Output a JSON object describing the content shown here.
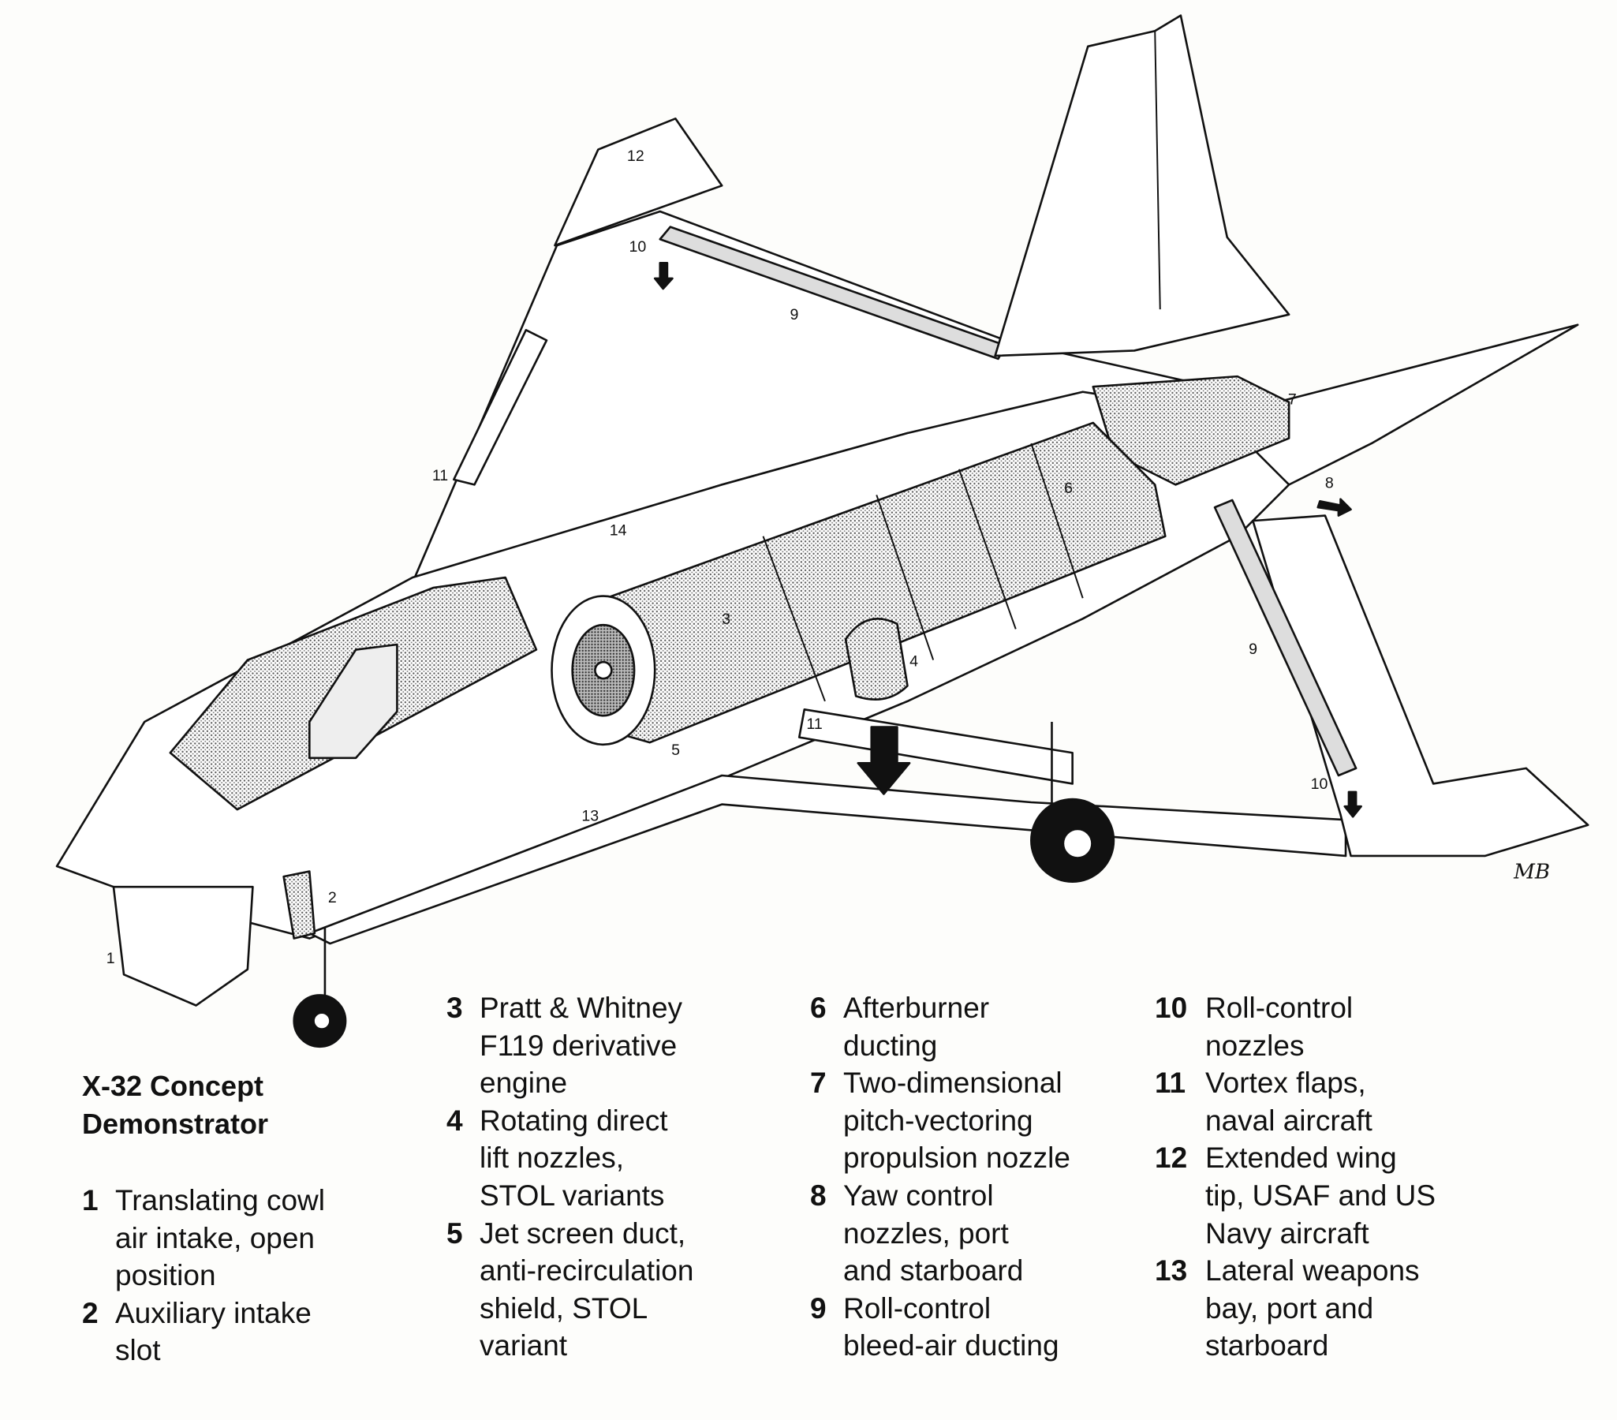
{
  "title": {
    "line1": "X-32 Concept",
    "line2": "Demonstrator"
  },
  "legend": {
    "columns": [
      {
        "items": [
          {
            "num": "1",
            "lines": [
              "Translating cowl",
              "air intake, open",
              "position"
            ]
          },
          {
            "num": "2",
            "lines": [
              "Auxiliary intake",
              "slot"
            ]
          }
        ]
      },
      {
        "items": [
          {
            "num": "3",
            "lines": [
              "Pratt & Whitney",
              "F119 derivative",
              "engine"
            ]
          },
          {
            "num": "4",
            "lines": [
              "Rotating direct",
              "lift nozzles,",
              "STOL variants"
            ]
          },
          {
            "num": "5",
            "lines": [
              "Jet screen duct,",
              "anti-recirculation",
              "shield, STOL",
              "variant"
            ]
          }
        ]
      },
      {
        "items": [
          {
            "num": "6",
            "lines": [
              "Afterburner",
              "ducting"
            ]
          },
          {
            "num": "7",
            "lines": [
              "Two-dimensional",
              "pitch-vectoring",
              "propulsion nozzle"
            ]
          },
          {
            "num": "8",
            "lines": [
              "Yaw control",
              "nozzles, port",
              "and starboard"
            ]
          },
          {
            "num": "9",
            "lines": [
              "Roll-control",
              "bleed-air ducting"
            ]
          }
        ]
      },
      {
        "items": [
          {
            "num": "10",
            "lines": [
              "Roll-control",
              "nozzles"
            ]
          },
          {
            "num": "11",
            "lines": [
              "Vortex flaps,",
              "naval aircraft"
            ]
          },
          {
            "num": "12",
            "lines": [
              "Extended wing",
              "tip, USAF and US",
              "Navy aircraft"
            ]
          },
          {
            "num": "13",
            "lines": [
              "Lateral weapons",
              "bay, port and",
              "starboard"
            ]
          }
        ]
      }
    ]
  },
  "callouts": [
    "12",
    "10",
    "9",
    "7",
    "11",
    "6",
    "8",
    "14",
    "3",
    "9",
    "4",
    "11",
    "5",
    "10",
    "13",
    "2",
    "1"
  ],
  "signature": "MB",
  "colors": {
    "ink": "#111111",
    "paper": "#fdfdfb",
    "shade": "#9a9a9a"
  }
}
